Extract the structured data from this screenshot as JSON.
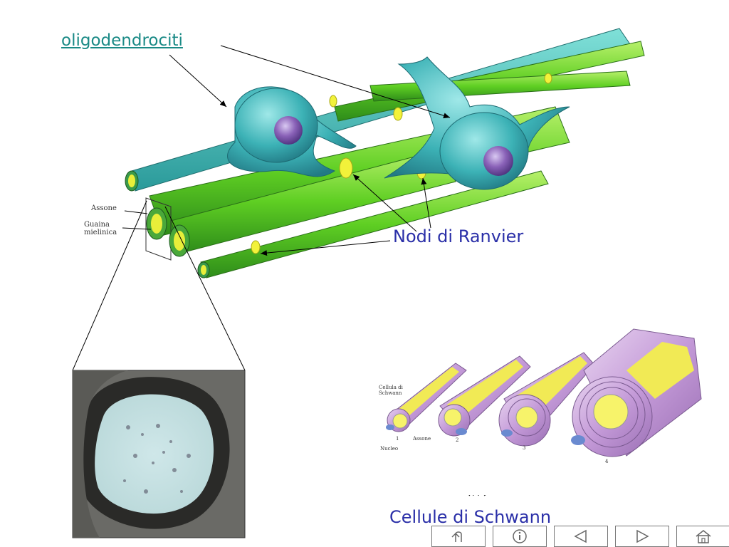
{
  "labels": {
    "oligodendrocytes": "oligodendrociti",
    "ranvier_nodes": "Nodi di Ranvier",
    "schwann_cells": "Cellule di Schwann",
    "axon": "Assone",
    "myelin_sheath_line1": "Guaina",
    "myelin_sheath_line2": "mielinica"
  },
  "schwann_inset": {
    "cell_label_line1": "Cellula di",
    "cell_label_line2": "Schwann",
    "nucleus": "Nucleo",
    "axon": "Assone",
    "stage_numbers": [
      "1",
      "2",
      "3",
      "4"
    ]
  },
  "nav_buttons": [
    {
      "name": "return-button",
      "icon": "return-icon"
    },
    {
      "name": "info-button",
      "icon": "info-icon"
    },
    {
      "name": "previous-button",
      "icon": "arrow-left-icon"
    },
    {
      "name": "next-button",
      "icon": "arrow-right-icon"
    },
    {
      "name": "home-button",
      "icon": "home-icon"
    }
  ],
  "colors": {
    "label_teal": "#1a8a86",
    "label_blue": "#2a2fa8",
    "fiber_green": "#6fd62a",
    "oligo_cell": "#3fb8b8",
    "node_yellow": "#f2f23a",
    "schwann_purple": "#c7a6d8"
  }
}
